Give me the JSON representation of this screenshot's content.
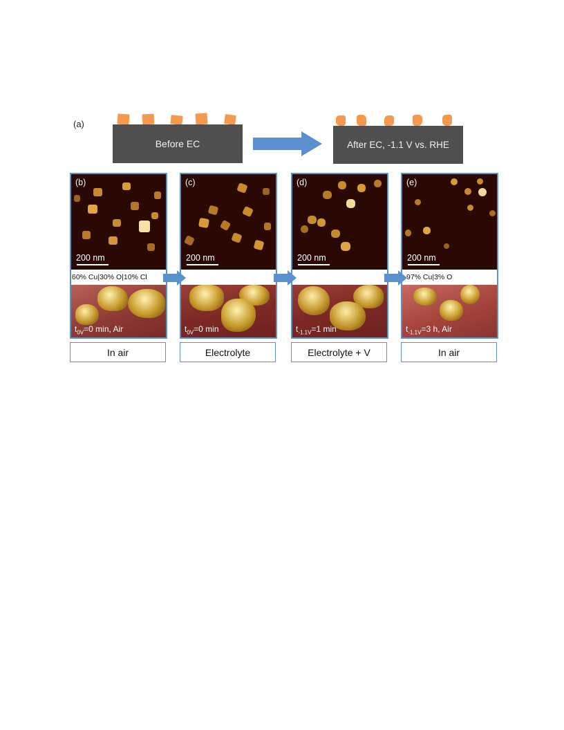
{
  "panel_a": {
    "label": "(a)",
    "before_label": "Before EC",
    "after_label": "After EC, -1.1 V vs. RHE"
  },
  "panels": [
    {
      "letter": "(b)",
      "scale": "200 nm",
      "composition": "60% Cu|30% O|10% Cl",
      "time_sub": "0V",
      "time_rest": "=0 min, Air",
      "condition": "In air"
    },
    {
      "letter": "(c)",
      "scale": "200 nm",
      "composition": "",
      "time_sub": "0V",
      "time_rest": "=0 min",
      "condition": "Electrolyte"
    },
    {
      "letter": "(d)",
      "scale": "200 nm",
      "composition": "",
      "time_sub": "-1.1V",
      "time_rest": "=1 min",
      "condition": "Electrolyte + V"
    },
    {
      "letter": "(e)",
      "scale": "200 nm",
      "composition": "97% Cu|3% O",
      "time_sub": "-1.1V",
      "time_rest": "=3 h, Air",
      "condition": "In air"
    }
  ],
  "colors": {
    "border": "#5b8fce",
    "arrow": "#5b8fce",
    "cube": "#f59a4d",
    "substrate": "#4f4f4f"
  }
}
